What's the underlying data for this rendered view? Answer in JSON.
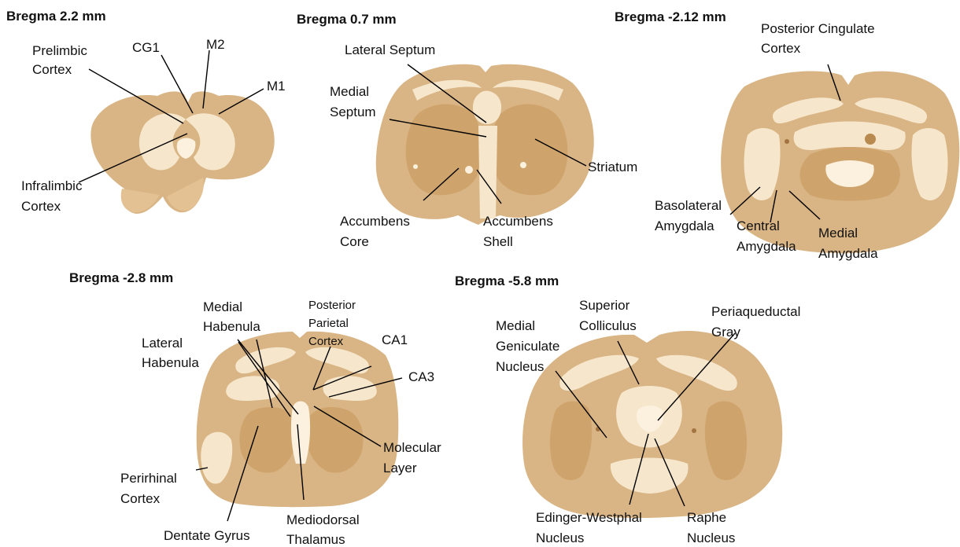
{
  "colors": {
    "background": "#ffffff",
    "tissue": "#d9b484",
    "tissue_light": "#f6e7cc",
    "tissue_dark": "#b98a4f",
    "text": "#111111",
    "leader_lines": "#000000"
  },
  "panels": [
    {
      "title": "Bregma 2.2 mm",
      "labels": [
        "Prelimbic",
        "Cortex",
        "CG1",
        "M2",
        "M1",
        "Infralimbic",
        "Cortex"
      ]
    },
    {
      "title": "Bregma 0.7 mm",
      "labels": [
        "Lateral Septum",
        "Medial",
        "Septum",
        "Striatum",
        "Accumbens",
        "Core",
        "Accumbens",
        "Shell"
      ]
    },
    {
      "title": "Bregma -2.12 mm",
      "labels": [
        "Posterior Cingulate",
        "Cortex",
        "Basolateral",
        "Amygdala",
        "Central",
        "Amygdala",
        "Medial",
        "Amygdala"
      ]
    },
    {
      "title": "Bregma -2.8 mm",
      "labels": [
        "Medial",
        "Habenula",
        "Posterior",
        "Parietal",
        "Cortex",
        "Lateral",
        "Habenula",
        "CA1",
        "CA3",
        "Molecular",
        "Layer",
        "Perirhinal",
        "Cortex",
        "Mediodorsal",
        "Thalamus",
        "Dentate Gyrus"
      ]
    },
    {
      "title": "Bregma -5.8 mm",
      "labels": [
        "Superior",
        "Colliculus",
        "Periaqueductal",
        "Gray",
        "Medial",
        "Geniculate",
        "Nucleus",
        "Edinger-Westphal",
        "Nucleus",
        "Raphe",
        "Nucleus"
      ]
    }
  ]
}
